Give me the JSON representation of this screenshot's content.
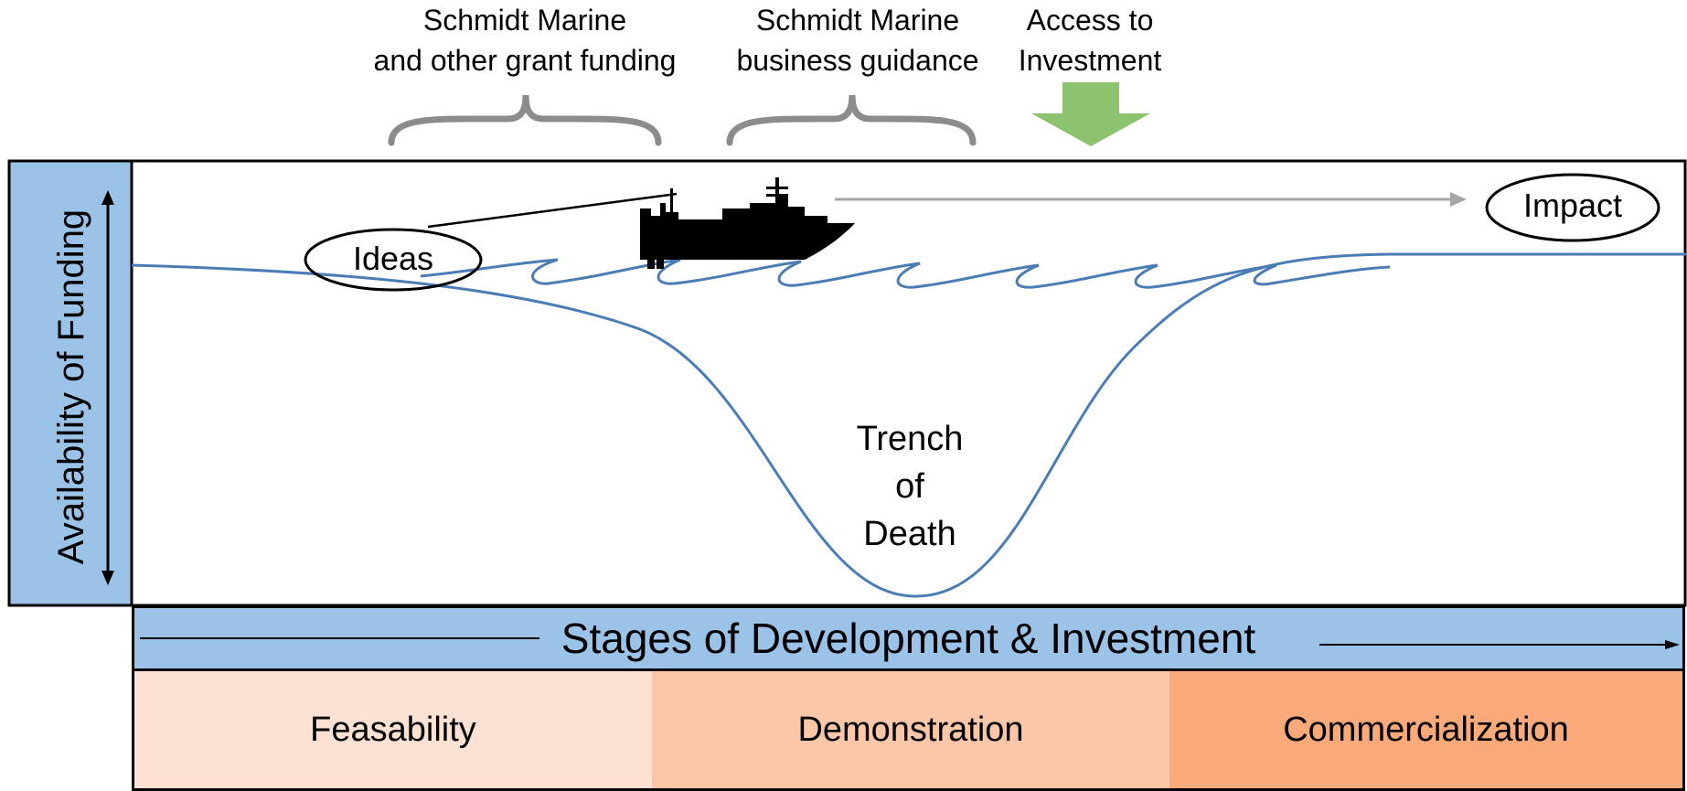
{
  "top_labels": {
    "grant": {
      "line1": "Schmidt Marine",
      "line2": "and other grant funding"
    },
    "guidance": {
      "line1": "Schmidt Marine",
      "line2": "business guidance"
    },
    "access": {
      "line1": "Access to",
      "line2": "Investment"
    }
  },
  "y_axis": {
    "label": "Availability of Funding"
  },
  "nodes": {
    "ideas": "Ideas",
    "impact": "Impact"
  },
  "trench": {
    "line1": "Trench",
    "line2": "of",
    "line3": "Death"
  },
  "x_axis": {
    "label": "Stages of Development & Investment"
  },
  "phases": [
    "Feasability",
    "Demonstration",
    "Commercialization"
  ],
  "colors": {
    "wave": "#4a7db5",
    "axis_box": "#9bc3e8",
    "investment_arrow": "#8dc36f",
    "brace": "#8c8c8c",
    "impact_arrow": "#a6a6a6",
    "phase_feasibility": "#fde2d4",
    "phase_demonstration": "#fcc6a8",
    "phase_commercialization": "#f9a97a"
  },
  "icons": {
    "vessel": "ship-icon"
  }
}
